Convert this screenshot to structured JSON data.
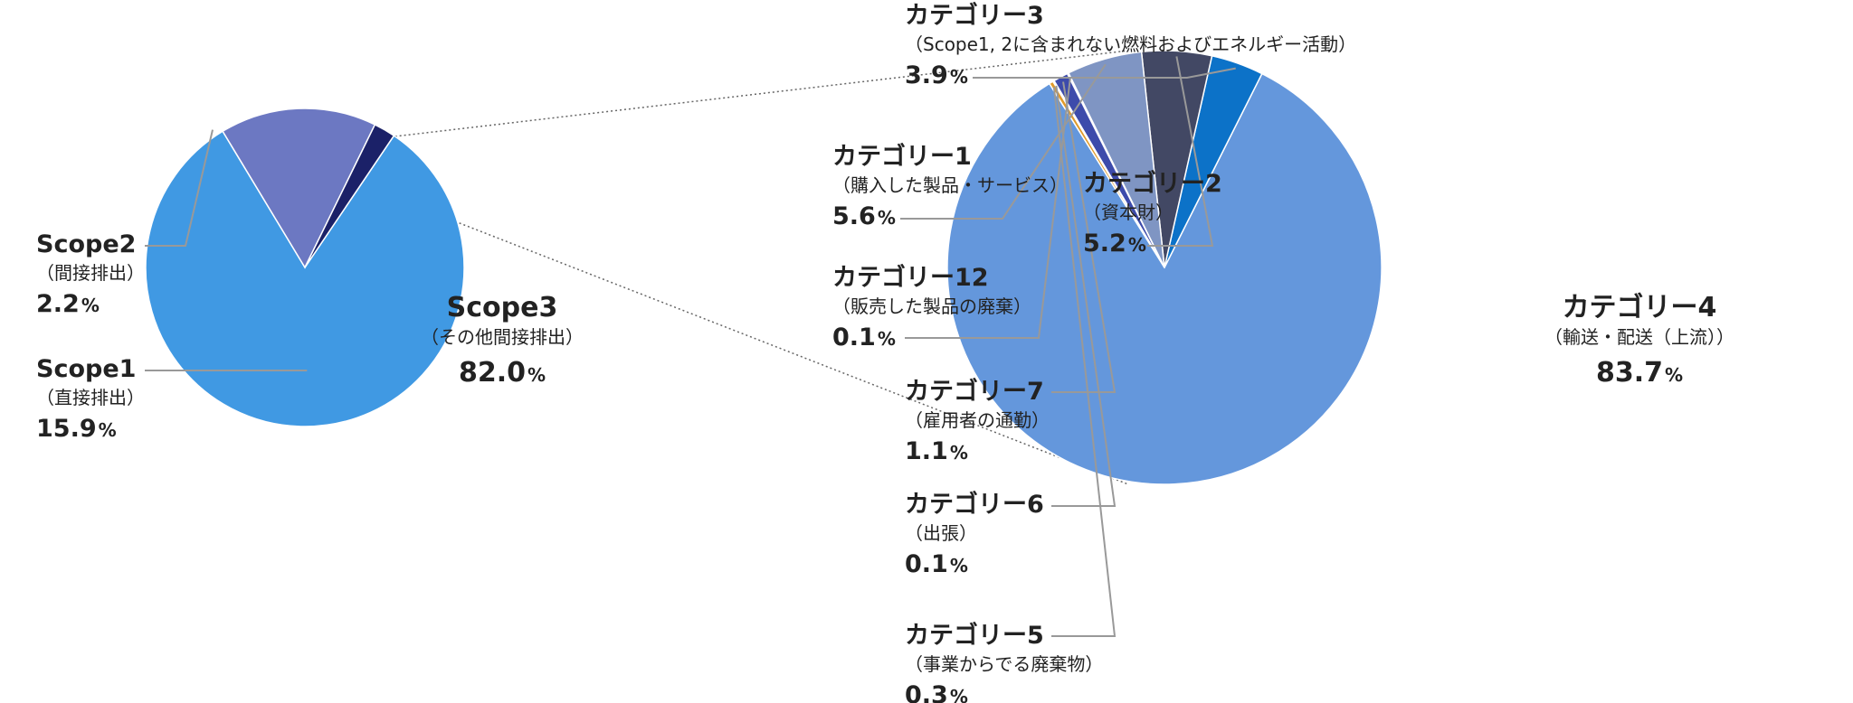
{
  "chart_data": [
    {
      "type": "pie",
      "slices": [
        {
          "name": "Scope3",
          "sub": "（その他間接排出）",
          "value": 82.0,
          "color": "#4099e3"
        },
        {
          "name": "Scope1",
          "sub": "（直接排出）",
          "value": 15.9,
          "color": "#6c78c2"
        },
        {
          "name": "Scope2",
          "sub": "（間接排出）",
          "value": 2.2,
          "color": "#1b2168"
        }
      ],
      "unit": "%"
    },
    {
      "type": "pie",
      "slices": [
        {
          "name": "カテゴリー4",
          "sub": "（輸送・配送（上流））",
          "value": 83.7,
          "color": "#6497dc"
        },
        {
          "name": "カテゴリー3",
          "sub": "（Scope1, 2に含まれない燃料およびエネルギー活動）",
          "value": 3.9,
          "color": "#0c72c8"
        },
        {
          "name": "カテゴリー2",
          "sub": "（資本財）",
          "value": 5.2,
          "color": "#424864"
        },
        {
          "name": "カテゴリー1",
          "sub": "（購入した製品・サービス）",
          "value": 5.6,
          "color": "#7f95c3"
        },
        {
          "name": "カテゴリー12",
          "sub": "（販売した製品の廃棄）",
          "value": 0.1,
          "color": "#2d3d8f"
        },
        {
          "name": "カテゴリー7",
          "sub": "（雇用者の通勤）",
          "value": 1.1,
          "color": "#3d4bab"
        },
        {
          "name": "カテゴリー6",
          "sub": "（出張）",
          "value": 0.1,
          "color": "#7dab3b"
        },
        {
          "name": "カテゴリー5",
          "sub": "（事業からでる廃棄物）",
          "value": 0.3,
          "color": "#e09a2b"
        }
      ],
      "unit": "%"
    }
  ]
}
